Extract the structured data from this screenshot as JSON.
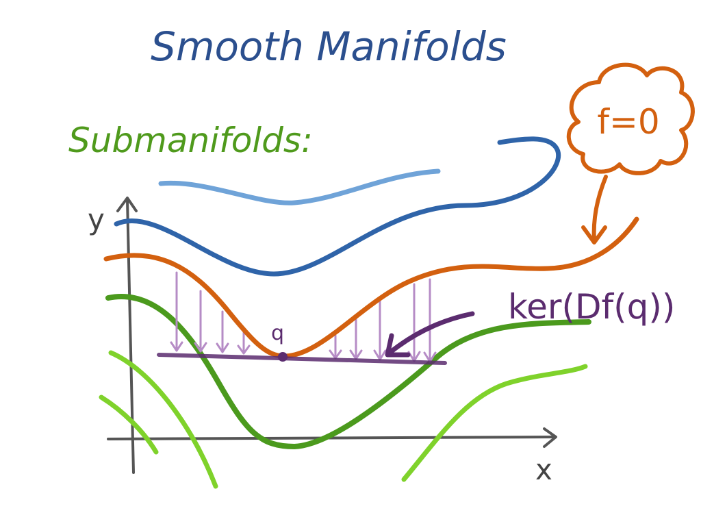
{
  "title": "Smooth Manifolds",
  "subtitle": "Submanifolds:",
  "cloud_label": "f=0",
  "axis_y_label": "y",
  "axis_x_label": "x",
  "point_label": "q",
  "kernel_label": "ker(Df(q))",
  "colors": {
    "title": "#2b4f8e",
    "subtitle": "#4f9a1c",
    "light_blue": "#6fa3d8",
    "blue": "#2f64a9",
    "orange": "#d3600f",
    "dark_green": "#4b9a1d",
    "light_green": "#7fd22b",
    "purple": "#5b2c6f",
    "light_purple": "#b68cc6",
    "axis": "#555555"
  }
}
